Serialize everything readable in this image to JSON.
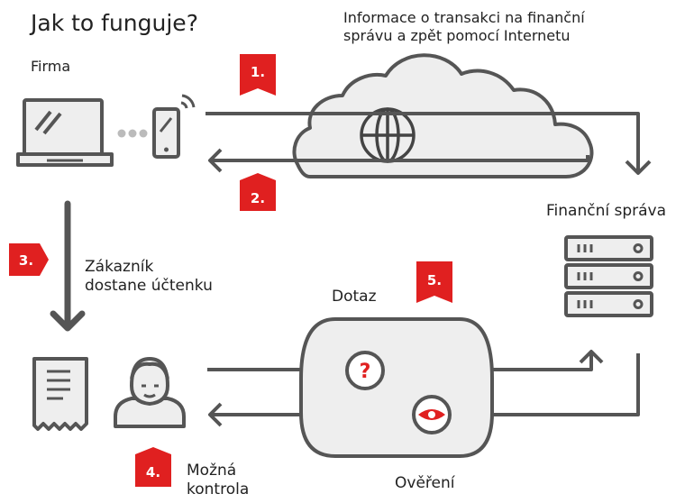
{
  "title": "Jak to funguje?",
  "info_text": {
    "line1": "Informace o transakci na finanční",
    "line2": "správu a zpět pomocí Internetu"
  },
  "labels": {
    "firm": "Firma",
    "tax_office": "Finanční správa",
    "customer_receipt_line1": "Zákazník",
    "customer_receipt_line2": "dostane účtenku",
    "query": "Dotaz",
    "possible_check_line1": "Možná",
    "possible_check_line2": "kontrola",
    "verification": "Ověření"
  },
  "steps": [
    "1.",
    "2.",
    "3.",
    "4.",
    "5."
  ],
  "icons": {
    "question": "?"
  },
  "colors": {
    "accent": "#e02020",
    "stroke": "#555555",
    "light_fill": "#eeeeee",
    "badge_text": "#ffffff"
  }
}
